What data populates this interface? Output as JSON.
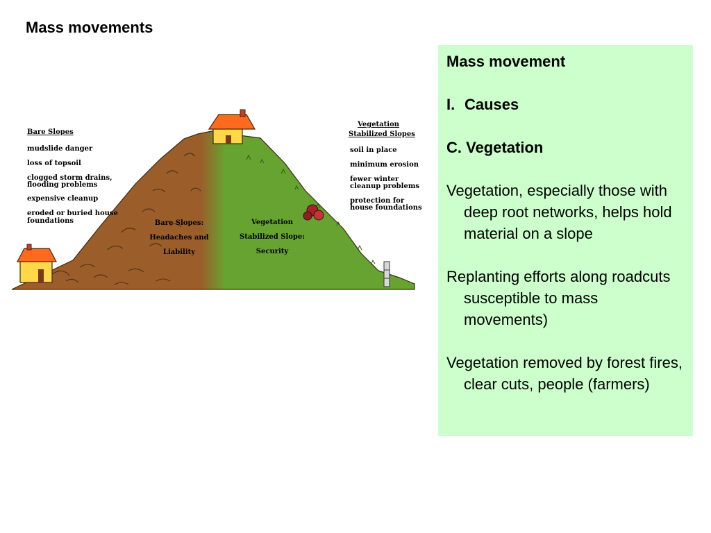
{
  "slide": {
    "title": "Mass movements"
  },
  "diagram": {
    "bare_header": "Bare Slopes",
    "bare_items": [
      "mudslide danger",
      "loss of topsoil",
      "clogged storm drains,",
      "flooding problems",
      "expensive cleanup",
      "eroded or buried house",
      "foundations"
    ],
    "veg_header": [
      "Vegetation",
      "Stabilized Slopes"
    ],
    "veg_items": [
      "soil in place",
      "minimum erosion",
      "fewer winter",
      "cleanup problems",
      "protection for",
      "house foundations"
    ],
    "hill_bare_label": [
      "Bare Slopes:",
      "Headaches and",
      "Liability"
    ],
    "hill_veg_label": [
      "Vegetation",
      "Stabilized Slope:",
      "Security"
    ],
    "colors": {
      "bare": "#9b5e2a",
      "vegetated": "#66a330",
      "roof": "#ff6a1e",
      "wall": "#ffd84a"
    }
  },
  "notes": {
    "heading": "Mass movement",
    "section_num": "I.",
    "section_label": "Causes",
    "sub": "C. Vegetation",
    "paras": [
      "Vegetation, especially those with deep root networks, helps hold material on a slope",
      "Replanting efforts along roadcuts susceptible to mass movements)",
      "Vegetation removed by forest fires, clear cuts, people (farmers)"
    ],
    "background": "#ccffcc"
  }
}
